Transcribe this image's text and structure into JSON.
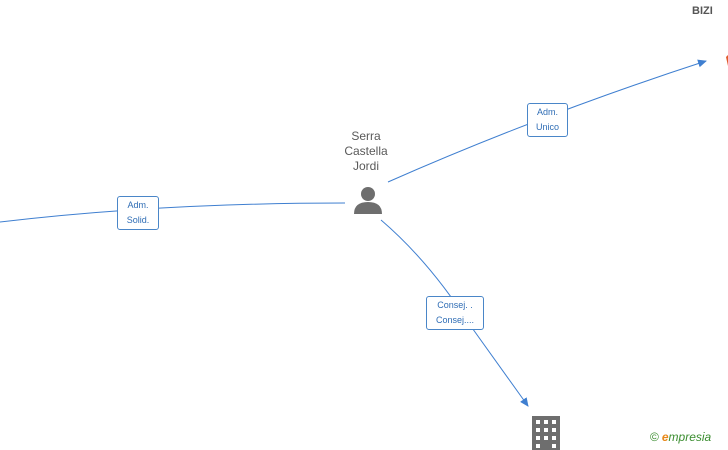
{
  "nodes": {
    "person": {
      "name_line1": "Serra",
      "name_line2": "Castella",
      "name_line3": "Jordi",
      "icon": "person-icon"
    },
    "company_top_right": {
      "name": "BIZI",
      "icon": "company-marker-icon"
    },
    "company_bottom": {
      "icon": "building-icon"
    }
  },
  "edges": [
    {
      "id": "adm-solid",
      "line1": "Adm.",
      "line2": "Solid."
    },
    {
      "id": "adm-unico",
      "line1": "Adm.",
      "line2": "Unico"
    },
    {
      "id": "consej",
      "line1": "Consej. .",
      "line2": "Consej...."
    }
  ],
  "brand": {
    "copyright": "©",
    "e": "e",
    "rest": "mpresia"
  },
  "colors": {
    "edge": "#3f7fd0",
    "node": "#6e6e6e",
    "marker": "#e05a2a",
    "brand_green": "#3a8d2f",
    "brand_orange": "#e8881a"
  }
}
